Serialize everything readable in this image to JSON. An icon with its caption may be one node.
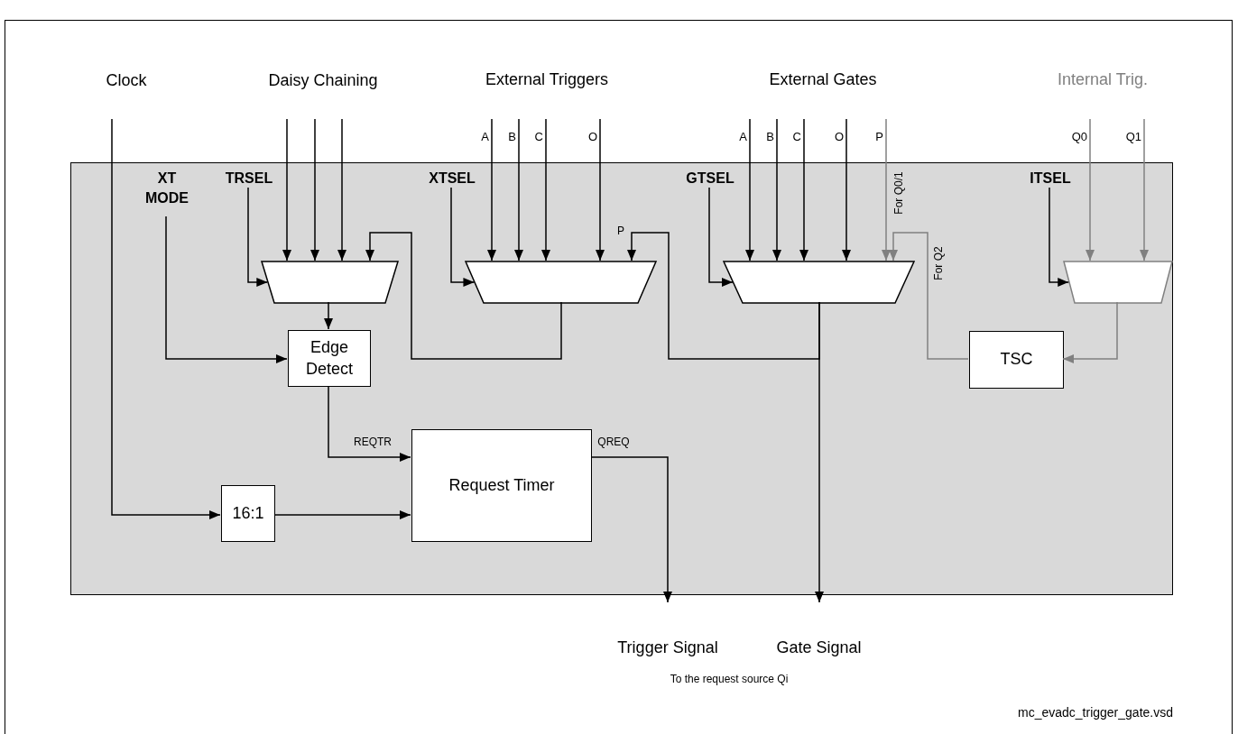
{
  "diagram": {
    "nodes": [
      {
        "text": [],
        "shape": "box"
      },
      {
        "text": [
          "Clock"
        ]
      },
      {
        "text": [
          "Daisy Chaining"
        ]
      },
      {
        "text": [
          "XT MODE"
        ],
        "in": 0
      },
      {
        "text": [
          "TRSEL"
        ],
        "in": 0
      },
      {
        "text": [
          "XTSEL"
        ],
        "in": 0
      },
      {
        "text": [
          "GTSEL"
        ],
        "in": 0
      },
      {
        "text": [
          "ITSEL"
        ],
        "in": 0
      },
      {
        "text": [
          "A"
        ]
      },
      {
        "text": [
          "B"
        ]
      },
      {
        "text": [
          "C"
        ]
      },
      {
        "text": [
          "O"
        ]
      },
      {
        "text": [
          "A"
        ]
      },
      {
        "text": [
          "B"
        ]
      },
      {
        "text": [
          "C"
        ]
      },
      {
        "text": [
          "O"
        ]
      },
      {
        "text": [
          "P"
        ]
      },
      {
        "text": [
          "Q0"
        ]
      },
      {
        "text": [
          "Q1"
        ]
      },
      {
        "text": [],
        "shape": "trapezoid",
        "in": 0
      },
      {
        "text": [],
        "shape": "trapezoid",
        "in": 0
      },
      {
        "text": [],
        "shape": "trapezoid",
        "in": 0
      },
      {
        "text": [],
        "shape": "trapezoid",
        "in": 0
      },
      {
        "text": [
          "Edge Detect"
        ],
        "in": 0
      },
      {
        "text": [
          "16:1"
        ],
        "in": 0
      },
      {
        "text": [
          "Request Timer"
        ],
        "in": 0
      },
      {
        "text": [
          "TSC"
        ],
        "in": 0
      },
      {
        "text": [
          "Trigger Signal"
        ]
      },
      {
        "text": [
          "Gate Signal"
        ]
      }
    ],
    "edges": [
      {
        "from": 1,
        "to": 24,
        "arrow": "to"
      },
      {
        "from": 24,
        "to": 25,
        "arrow": "to"
      },
      {
        "from": 2,
        "to": 19,
        "arrow": "to"
      },
      {
        "from": 2,
        "to": 19,
        "arrow": "to"
      },
      {
        "from": 2,
        "to": 19,
        "arrow": "to"
      },
      {
        "from": 4,
        "to": 19,
        "arrow": "to"
      },
      {
        "from": 20,
        "to": 19,
        "arrow": "to"
      },
      {
        "from": 19,
        "to": 23,
        "arrow": "to"
      },
      {
        "from": 3,
        "to": 23,
        "arrow": "to"
      },
      {
        "from": 23,
        "to": 25,
        "arrow": "to",
        "label": "REQTR"
      },
      {
        "from": 25,
        "to": 27,
        "arrow": "to",
        "label": "QREQ"
      },
      {
        "from": 5,
        "to": 20,
        "arrow": "to"
      },
      {
        "from": 8,
        "to": 20,
        "arrow": "to"
      },
      {
        "from": 9,
        "to": 20,
        "arrow": "to"
      },
      {
        "from": 10,
        "to": 20,
        "arrow": "to"
      },
      {
        "from": 11,
        "to": 20,
        "arrow": "to"
      },
      {
        "from": 21,
        "to": 20,
        "arrow": "to",
        "label": "P"
      },
      {
        "from": 21,
        "to": 28,
        "arrow": "to"
      },
      {
        "from": 6,
        "to": 21,
        "arrow": "to"
      },
      {
        "from": 12,
        "to": 21,
        "arrow": "to"
      },
      {
        "from": 13,
        "to": 21,
        "arrow": "to"
      },
      {
        "from": 14,
        "to": 21,
        "arrow": "to"
      },
      {
        "from": 15,
        "to": 21,
        "arrow": "to"
      },
      {
        "from": 16,
        "to": 21,
        "arrow": "to",
        "label": "For Q0/1",
        "color": "#808080"
      },
      {
        "from": 26,
        "to": 21,
        "arrow": "to",
        "label": "For Q2",
        "color": "#808080"
      },
      {
        "from": 7,
        "to": 22,
        "arrow": "to"
      },
      {
        "from": 17,
        "to": 22,
        "arrow": "to",
        "color": "#808080"
      },
      {
        "from": 18,
        "to": 22,
        "arrow": "to",
        "color": "#808080"
      },
      {
        "from": 22,
        "to": 26,
        "arrow": "to",
        "color": "#808080"
      }
    ],
    "labels": [
      "External Triggers",
      "External Gates",
      "Internal Trig.",
      "To the request source Qi",
      "mc_evadc_trigger_gate.vsd"
    ]
  }
}
